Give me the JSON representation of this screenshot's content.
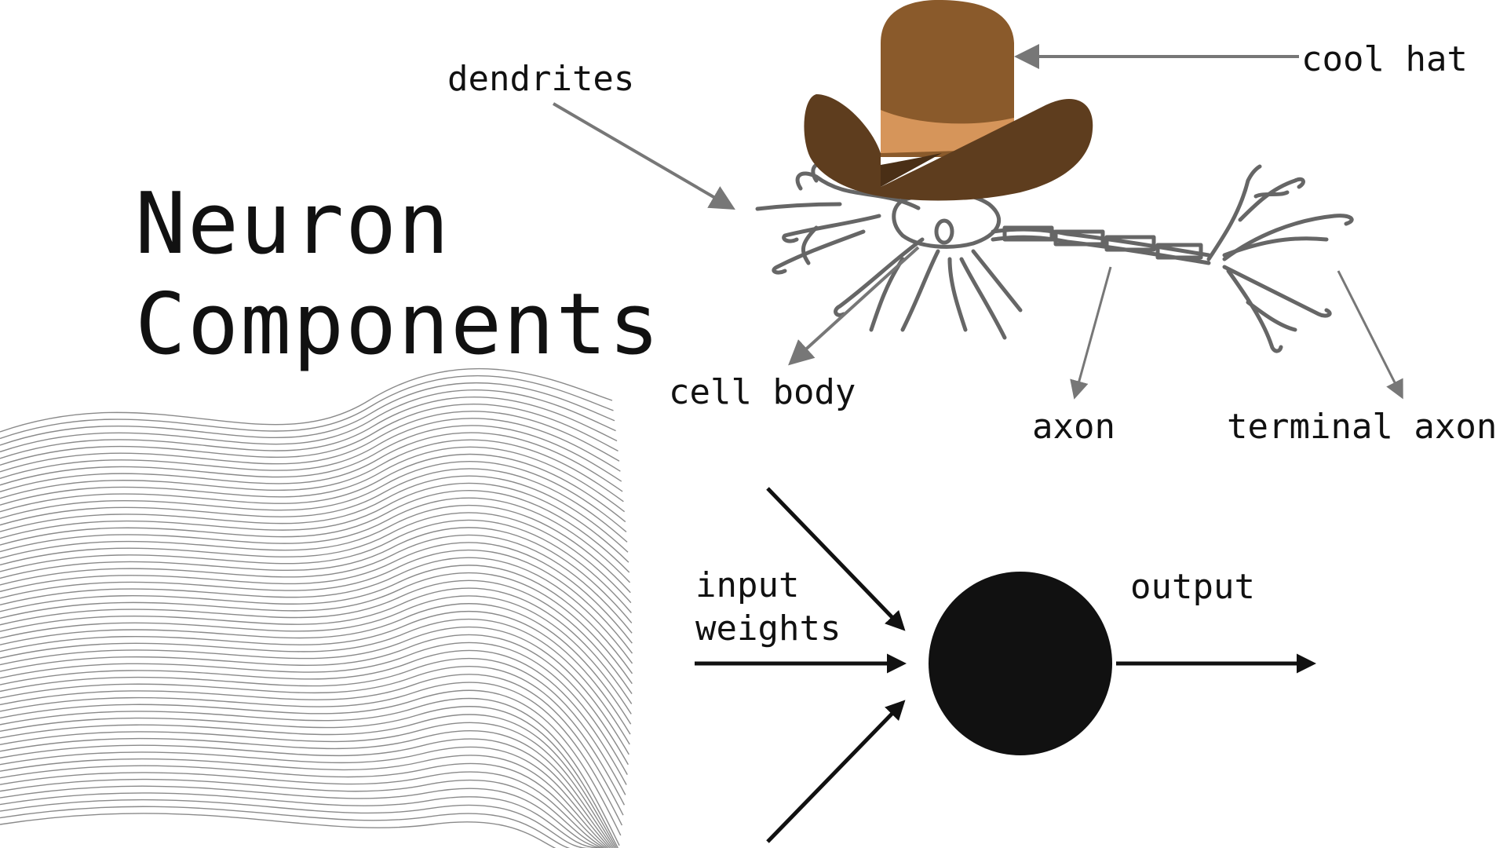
{
  "title": {
    "line1": "Neuron",
    "line2": "Components"
  },
  "neuron_labels": {
    "dendrites": "dendrites",
    "cool_hat": "cool hat",
    "cell_body": "cell body",
    "axon": "axon",
    "terminal_axon": "terminal axon"
  },
  "perceptron_labels": {
    "input_line1": "input",
    "input_line2": "weights",
    "output": "output"
  },
  "colors": {
    "text": "#111111",
    "arrow_gray": "#777777",
    "neuron_outline": "#666666",
    "hat_crown": "#8a5a2b",
    "hat_brim": "#5e3d1e",
    "hat_band": "#d6955a",
    "perceptron_node": "#111111",
    "wave_lines": "#8a8a8a"
  }
}
